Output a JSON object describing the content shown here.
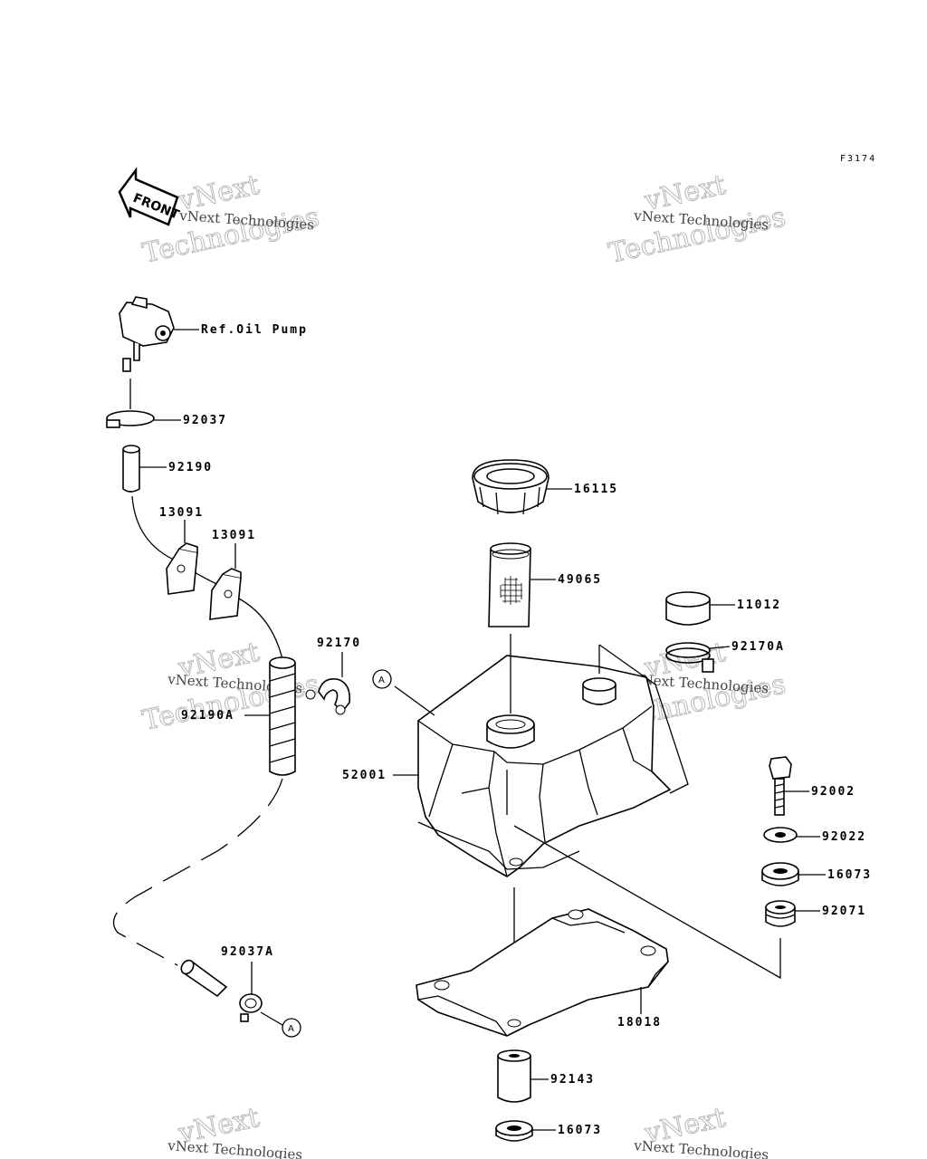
{
  "figure_code": "F3174",
  "front_label": "FRONT",
  "watermark": {
    "line1": "vNext Technologies",
    "line2": "Technologies",
    "line3": "vNext"
  },
  "callout_A": "A",
  "parts": {
    "oil_pump_ref": "Ref.Oil Pump",
    "p92037": "92037",
    "p92190": "92190",
    "p13091a": "13091",
    "p13091b": "13091",
    "p92170": "92170",
    "p92190A": "92190A",
    "p92037A": "92037A",
    "p16115": "16115",
    "p49065": "49065",
    "p11012": "11012",
    "p92170A": "92170A",
    "p52001": "52001",
    "p92002": "92002",
    "p92022": "92022",
    "p16073a": "16073",
    "p92071": "92071",
    "p18018": "18018",
    "p92143": "92143",
    "p16073b": "16073"
  }
}
